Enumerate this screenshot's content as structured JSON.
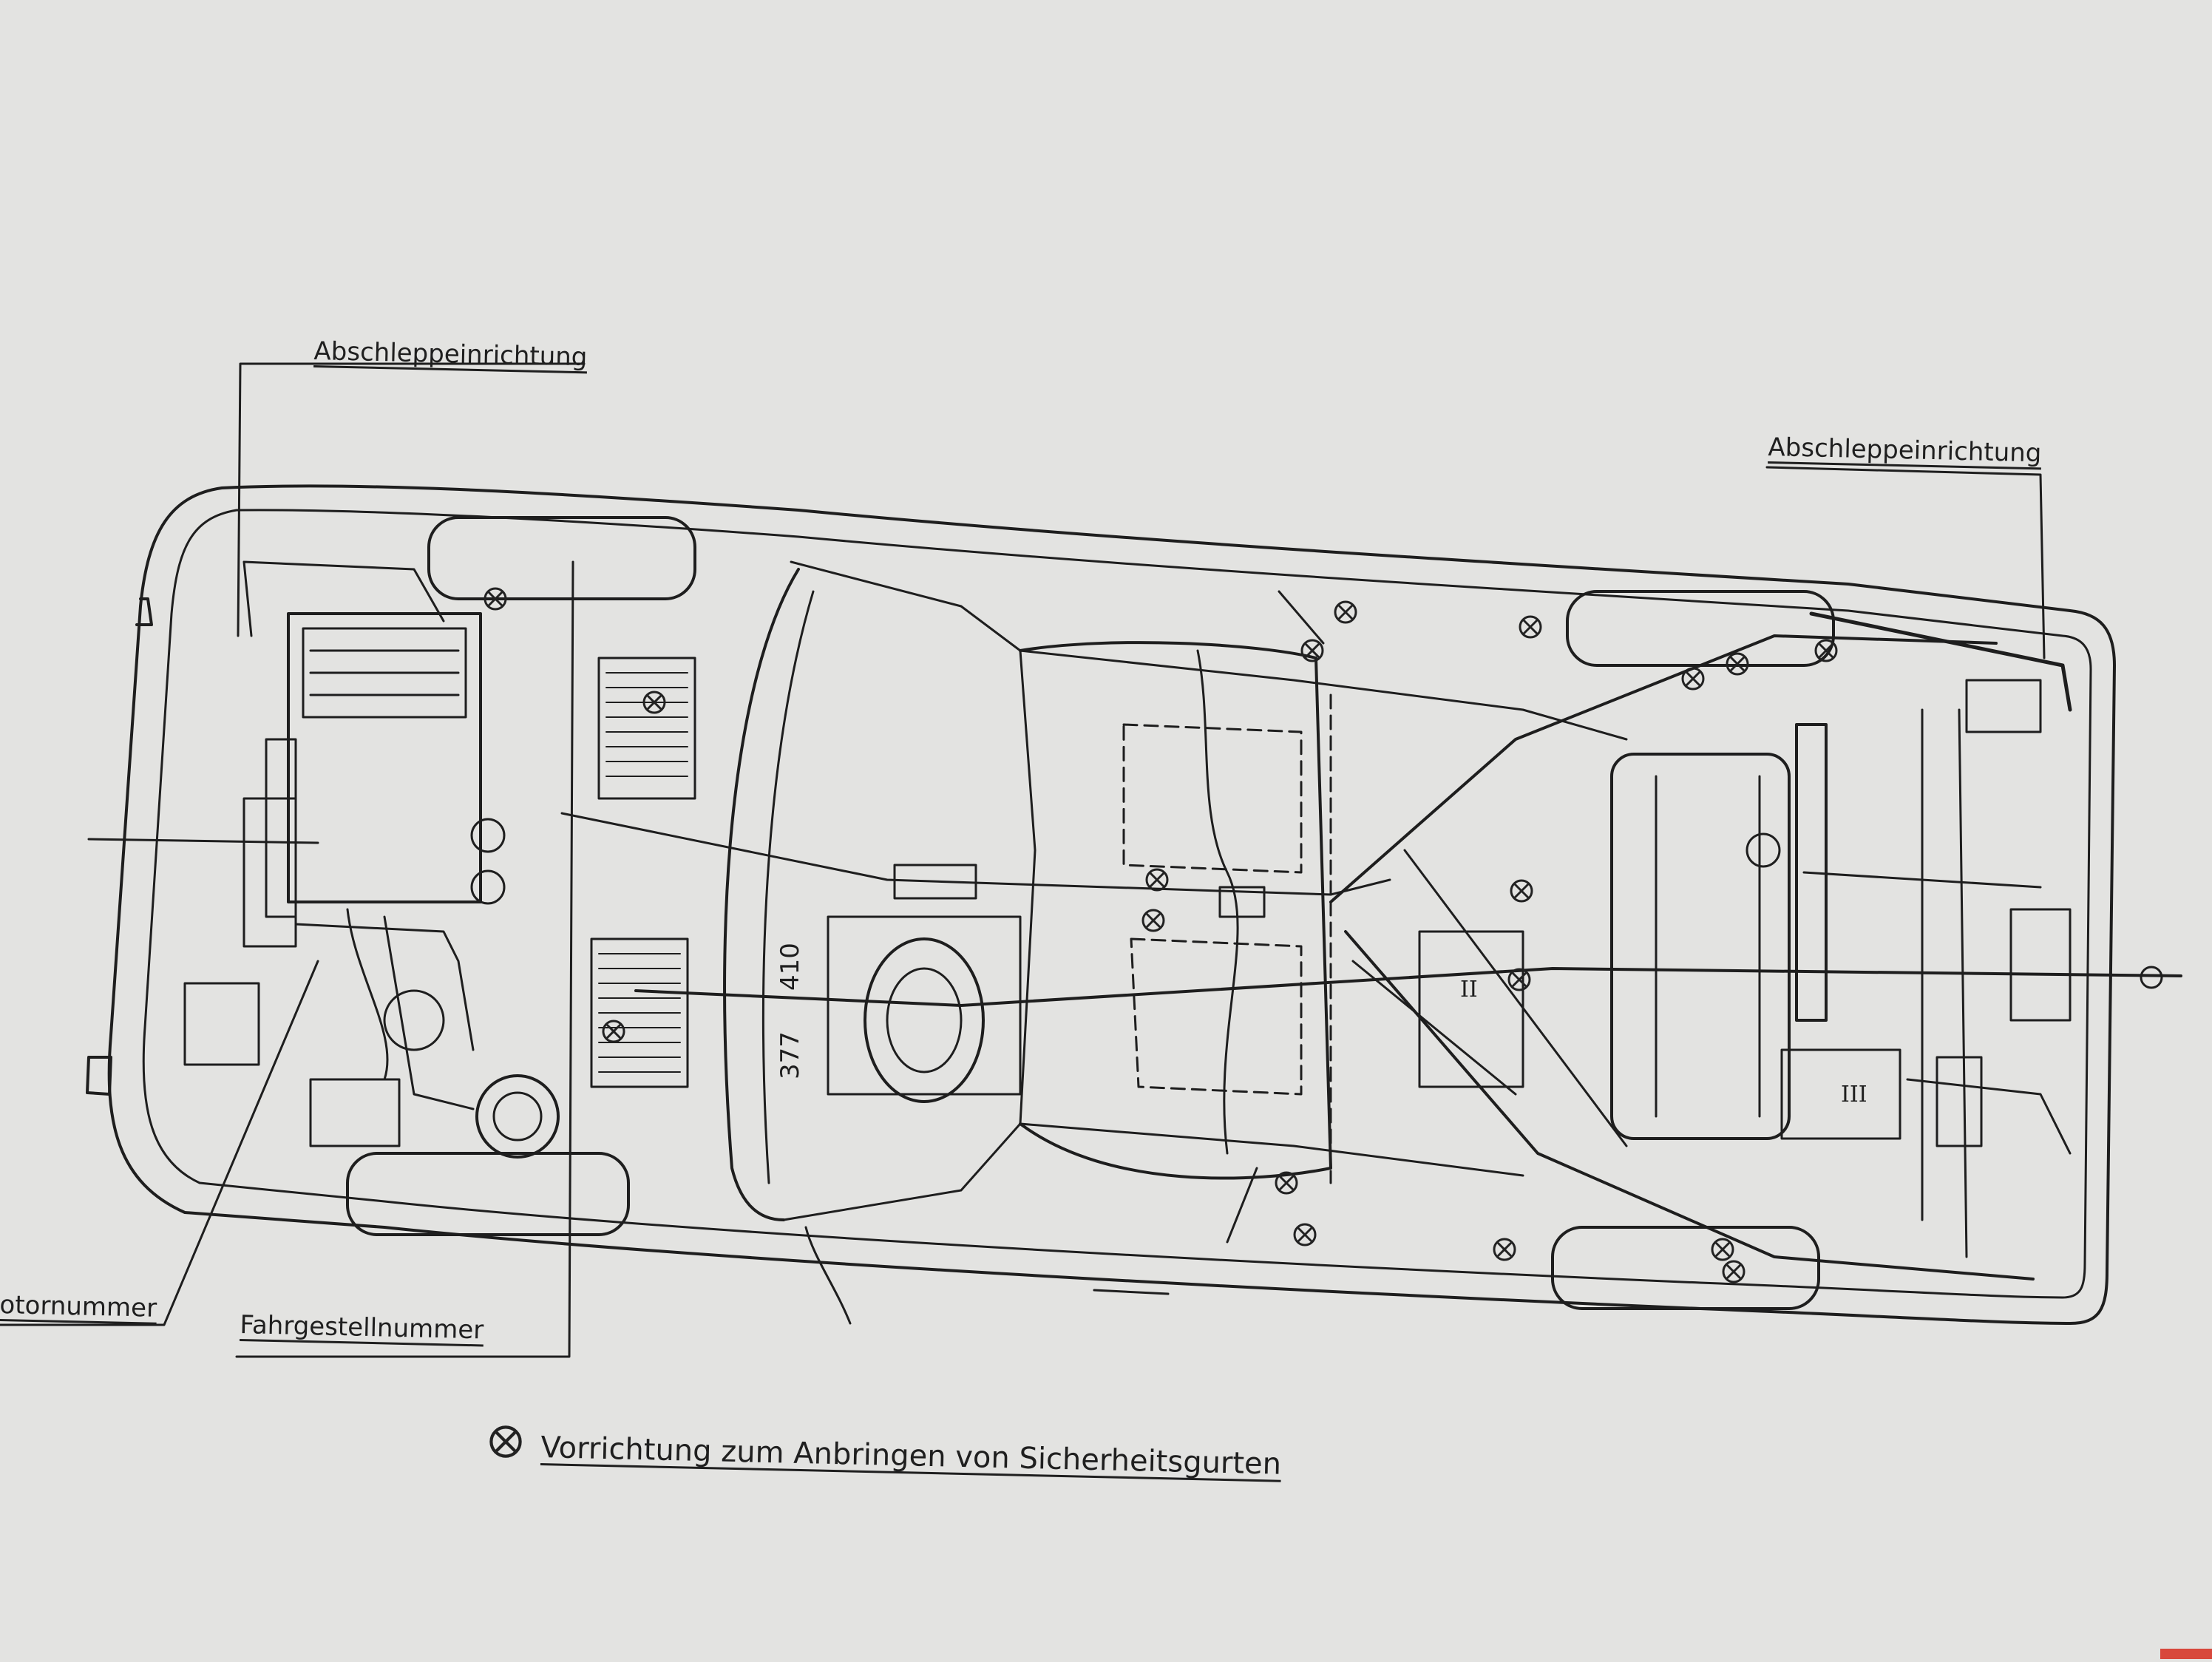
{
  "labels": {
    "tow_front": "Abschleppeinrichtung",
    "tow_rear": "Abschleppeinrichtung",
    "engine_number": "otornummer",
    "chassis_number": "Fahrgestellnummer",
    "legend": "Vorrichtung zum Anbringen von Sicherheitsgurten"
  },
  "dimensions": {
    "d1": "410",
    "d2": "377"
  },
  "markers": {
    "m1": "II",
    "m2": "III"
  },
  "legend_icon": "seatbelt-anchor-symbol"
}
